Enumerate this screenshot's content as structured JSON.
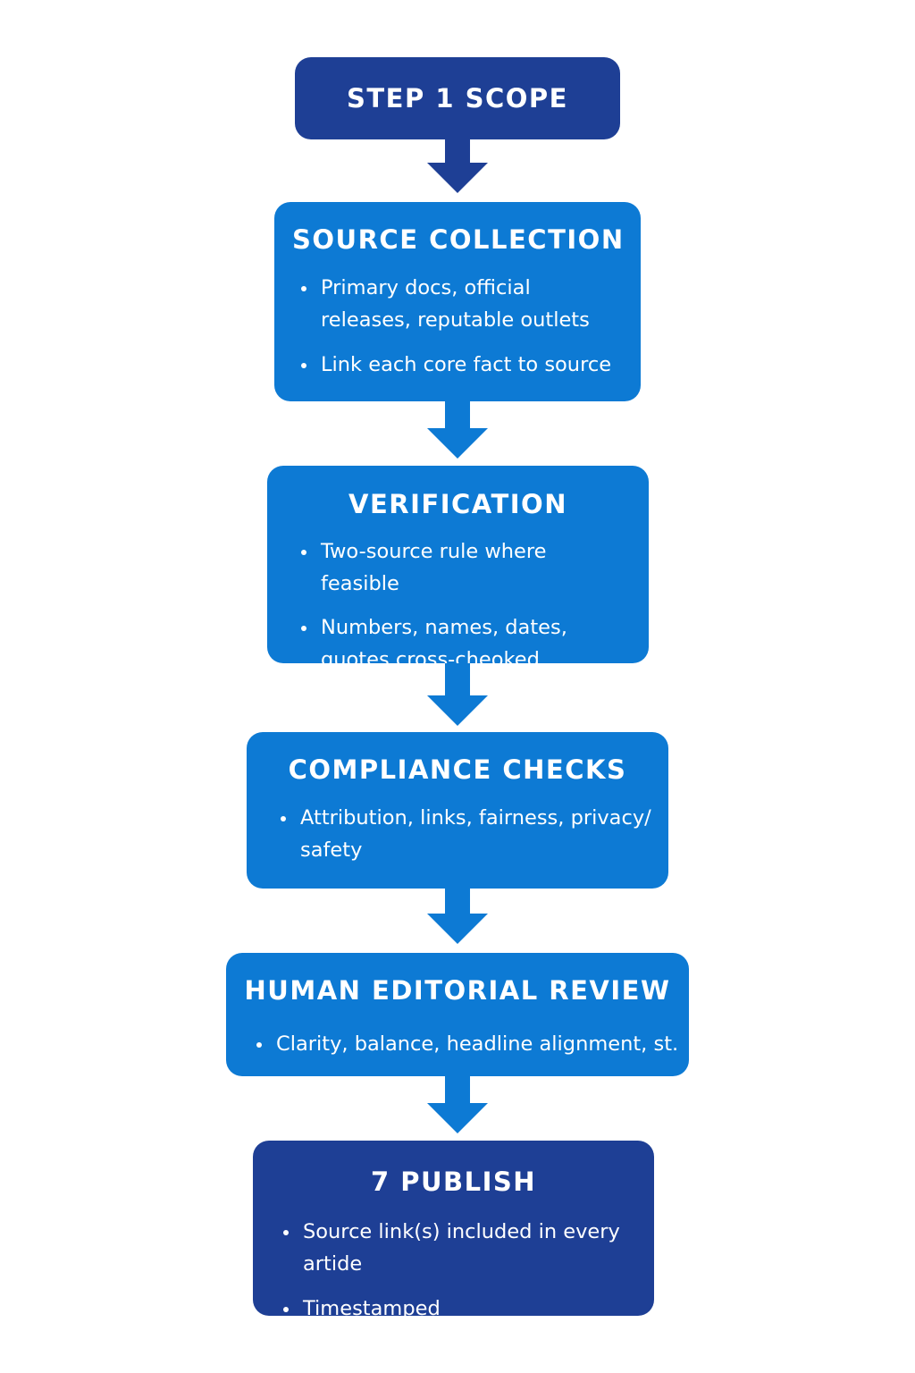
{
  "colors": {
    "dark_box": "#1e3f95",
    "light_box": "#0d7ad4",
    "text": "#ffffff"
  },
  "steps": [
    {
      "title": "STEP 1 SCOPE",
      "bullets": []
    },
    {
      "title": "SOURCE COLLECTION",
      "bullets": [
        "Primary docs, official releases, reputable outlets",
        "Link each core fact to source"
      ]
    },
    {
      "title": "VERIFICATION",
      "bullets": [
        "Two-source rule where feasible",
        "Numbers, names, dates, quotes cross-cheoked"
      ]
    },
    {
      "title": "COMPLIANCE CHECKS",
      "bullets": [
        "Attribution, links, fairness, privacy/ safety"
      ]
    },
    {
      "title": "HUMAN EDITORIAL REVIEW",
      "bullets": [
        "Clarity, balance, headline alignment, st."
      ]
    },
    {
      "title": "7 PUBLISH",
      "bullets": [
        "Source link(s) included in every artide",
        "Timestamped"
      ]
    }
  ]
}
